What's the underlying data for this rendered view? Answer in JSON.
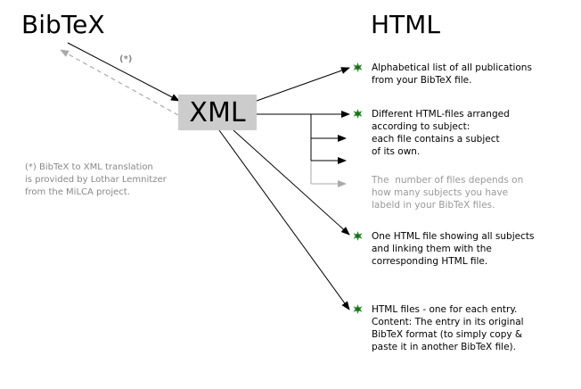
{
  "title_left": "BibTeX",
  "title_right": "HTML",
  "center_box": "XML",
  "star_label": "(*)",
  "note": "(*) BibTeX to XML translation\nis provided by Lothar Lemnitzer\nfrom the MiLCA project.",
  "outputs": [
    {
      "text": "Alphabetical list of all publications\nfrom your BibTeX file."
    },
    {
      "text": "Different HTML-files arranged\naccording to subject:\neach file contains a subject\nof its own."
    },
    {
      "text": "The  number of files depends on\nhow many subjects you have\nlabeld in your BibTeX files."
    },
    {
      "text": "One HTML file showing all subjects\nand linking them with the\ncorresponding HTML file."
    },
    {
      "text": "HTML files - one for each entry.\nContent: The entry in its original\nBibTeX format (to simply copy &\npaste it in another BibTeX file)."
    }
  ],
  "colors": {
    "bullet": "#2e8b2e",
    "box": "#cccccc",
    "muted": "#999999",
    "arrow": "#000000"
  }
}
